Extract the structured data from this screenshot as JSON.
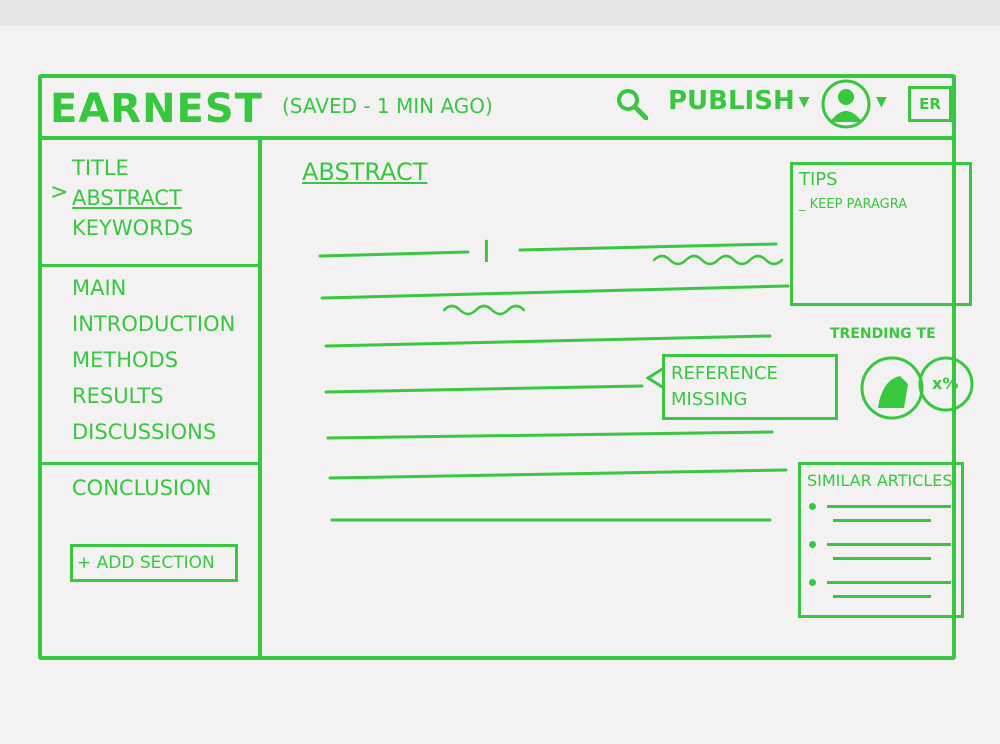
{
  "header": {
    "brand": "EARNEST",
    "save_status": "(SAVED - 1 MIN AGO)",
    "publish_label": "PUBLISH",
    "logo_text": "ER"
  },
  "sidebar": {
    "front": [
      "TITLE",
      "ABSTRACT",
      "KEYWORDS"
    ],
    "active_index": 1,
    "active_marker": ">",
    "body": [
      "MAIN",
      "INTRODUCTION",
      "METHODS",
      "RESULTS",
      "DISCUSSIONS"
    ],
    "end": [
      "CONCLUSION"
    ],
    "add_section_label": "+ ADD SECTION"
  },
  "editor": {
    "section_title": "ABSTRACT",
    "cursor_glyph": "I"
  },
  "tips": {
    "title": "TIPS",
    "item": "_ KEEP PARAGRA"
  },
  "reference_warning": {
    "line1": "REFERENCE",
    "line2": "MISSING"
  },
  "trending": {
    "label": "TRENDING TE",
    "percent": "x%"
  },
  "similar_articles": {
    "title": "SIMILAR ARTICLES",
    "count": 3
  },
  "colors": {
    "ink": "#37c83f",
    "paper": "#f4f1f2"
  }
}
